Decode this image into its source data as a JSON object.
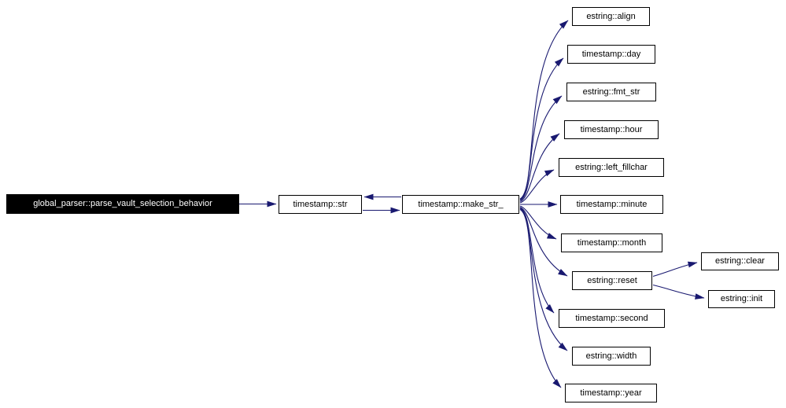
{
  "diagram": {
    "type": "call-graph",
    "root": "global_parser::parse_vault_selection_behavior",
    "colors": {
      "edge": "#191970",
      "node_border": "#000000",
      "node_bg": "#ffffff",
      "root_bg": "#000000",
      "root_text": "#ffffff"
    },
    "nodes": [
      {
        "label": "global_parser::parse_vault_selection_behavior"
      },
      {
        "label": "timestamp::str"
      },
      {
        "label": "timestamp::make_str_"
      },
      {
        "label": "estring::align"
      },
      {
        "label": "timestamp::day"
      },
      {
        "label": "estring::fmt_str"
      },
      {
        "label": "timestamp::hour"
      },
      {
        "label": "estring::left_fillchar"
      },
      {
        "label": "timestamp::minute"
      },
      {
        "label": "timestamp::month"
      },
      {
        "label": "estring::reset"
      },
      {
        "label": "timestamp::second"
      },
      {
        "label": "estring::width"
      },
      {
        "label": "timestamp::year"
      },
      {
        "label": "estring::clear"
      },
      {
        "label": "estring::init"
      }
    ],
    "edges": [
      {
        "from": "global_parser::parse_vault_selection_behavior",
        "to": "timestamp::str"
      },
      {
        "from": "timestamp::str",
        "to": "timestamp::make_str_"
      },
      {
        "from": "timestamp::make_str_",
        "to": "timestamp::str"
      },
      {
        "from": "timestamp::make_str_",
        "to": "estring::align"
      },
      {
        "from": "timestamp::make_str_",
        "to": "timestamp::day"
      },
      {
        "from": "timestamp::make_str_",
        "to": "estring::fmt_str"
      },
      {
        "from": "timestamp::make_str_",
        "to": "timestamp::hour"
      },
      {
        "from": "timestamp::make_str_",
        "to": "estring::left_fillchar"
      },
      {
        "from": "timestamp::make_str_",
        "to": "timestamp::minute"
      },
      {
        "from": "timestamp::make_str_",
        "to": "timestamp::month"
      },
      {
        "from": "timestamp::make_str_",
        "to": "estring::reset"
      },
      {
        "from": "timestamp::make_str_",
        "to": "timestamp::second"
      },
      {
        "from": "timestamp::make_str_",
        "to": "estring::width"
      },
      {
        "from": "timestamp::make_str_",
        "to": "timestamp::year"
      },
      {
        "from": "estring::reset",
        "to": "estring::clear"
      },
      {
        "from": "estring::reset",
        "to": "estring::init"
      }
    ]
  }
}
